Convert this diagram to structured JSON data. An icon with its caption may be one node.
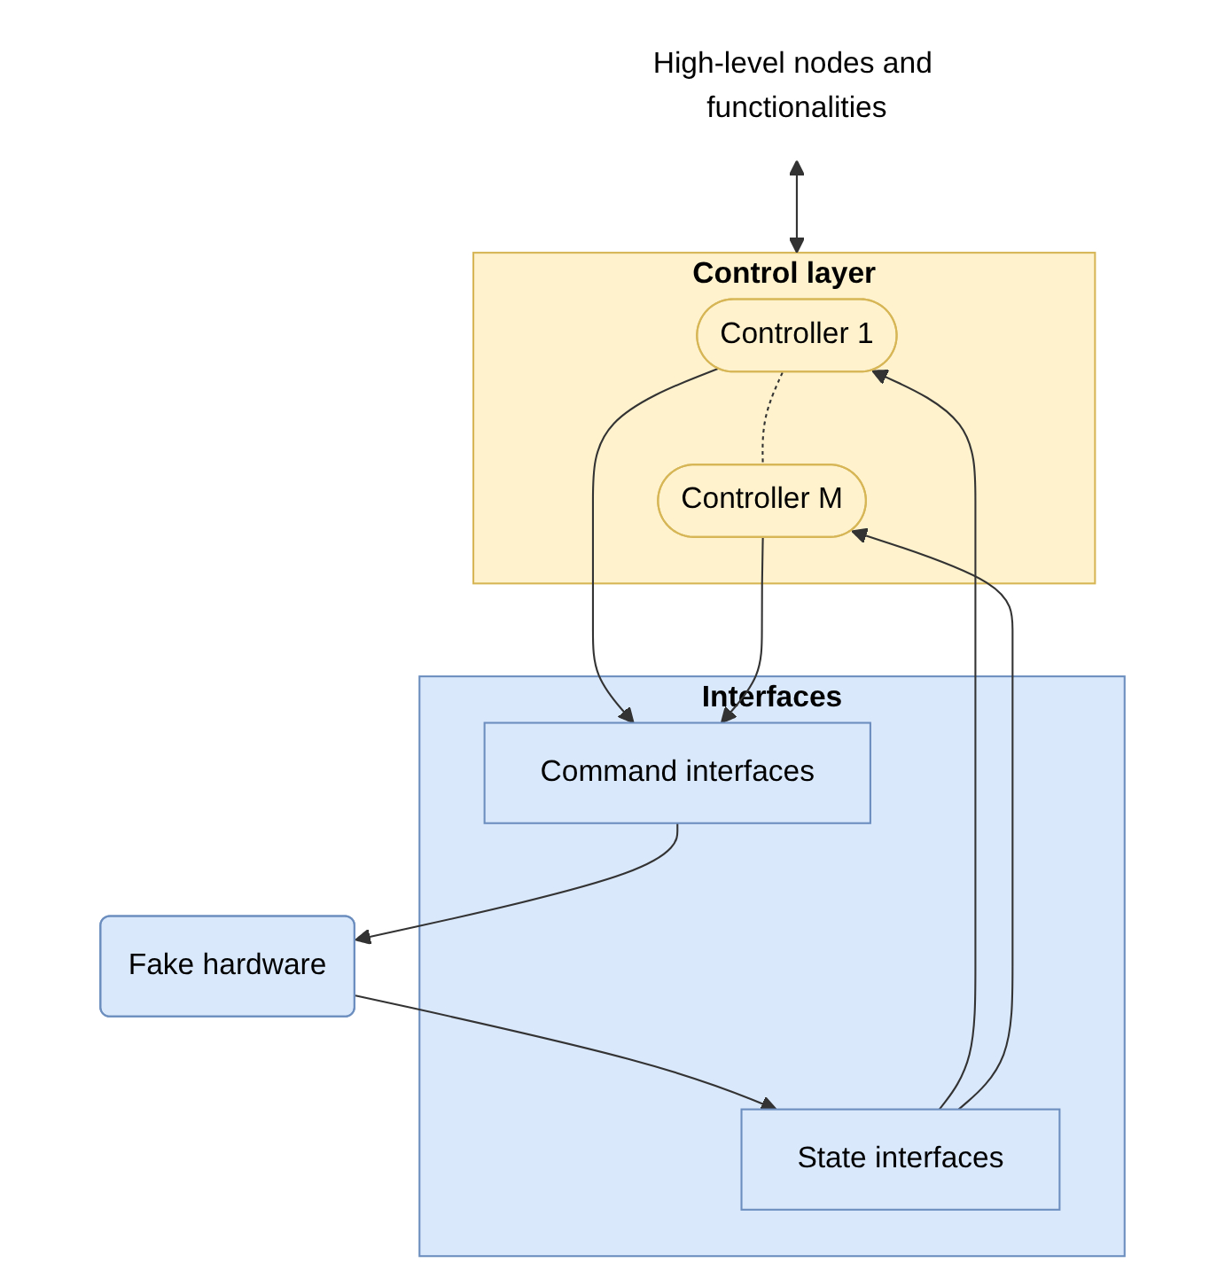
{
  "diagram": {
    "nodes": [
      {
        "text": [
          "High-level nodes and functionalities"
        ]
      },
      {
        "text": [
          "Control layer"
        ]
      },
      {
        "text": [
          "Controller 1"
        ],
        "in": 1
      },
      {
        "text": [
          "Controller M"
        ],
        "in": 1
      },
      {
        "text": [
          "Interfaces"
        ]
      },
      {
        "text": [
          "State interfaces"
        ],
        "in": 4
      },
      {
        "text": [
          "Command interfaces"
        ],
        "in": 4
      },
      {
        "text": [
          "Fake hardware"
        ]
      }
    ],
    "edges": [
      {
        "from": 0,
        "to": 1,
        "arrow": "both"
      },
      {
        "from": 2,
        "to": 3,
        "arrow": "none",
        "style": "dashed"
      },
      {
        "from": 5,
        "to": 2,
        "arrow": "to"
      },
      {
        "from": 5,
        "to": 3,
        "arrow": "to"
      },
      {
        "from": 2,
        "to": 6,
        "arrow": "to"
      },
      {
        "from": 3,
        "to": 6,
        "arrow": "to"
      },
      {
        "from": 6,
        "to": 7,
        "arrow": "to"
      },
      {
        "from": 7,
        "to": 5,
        "arrow": "to"
      }
    ]
  }
}
